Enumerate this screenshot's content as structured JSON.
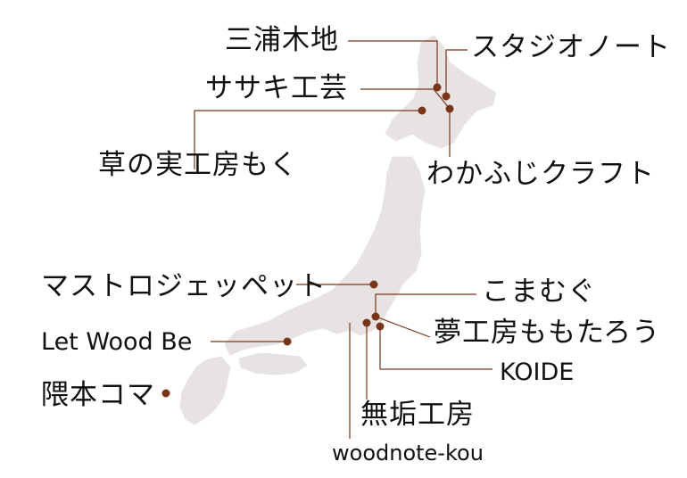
{
  "map": {
    "colors": {
      "land": "#e8e3e3",
      "pin": "#7a3418",
      "text": "#111111"
    },
    "workshops": [
      {
        "id": "miura",
        "label": "三浦木地"
      },
      {
        "id": "studio",
        "label": "スタジオノート"
      },
      {
        "id": "sasaki",
        "label": "ササキ工芸"
      },
      {
        "id": "kusanomi",
        "label": "草の実工房もく"
      },
      {
        "id": "wakafuji",
        "label": "わかふじクラフト"
      },
      {
        "id": "mastro",
        "label": "マストロジェッペット"
      },
      {
        "id": "komamugu",
        "label": "こまむぐ"
      },
      {
        "id": "yume",
        "label": "夢工房ももたろう"
      },
      {
        "id": "letwood",
        "label": "Let Wood Be"
      },
      {
        "id": "koide",
        "label": "KOIDE"
      },
      {
        "id": "kumamoto",
        "label": "隈本コマ"
      },
      {
        "id": "muku",
        "label": "無垢工房"
      },
      {
        "id": "woodnote",
        "label": "woodnote-kou"
      }
    ]
  }
}
